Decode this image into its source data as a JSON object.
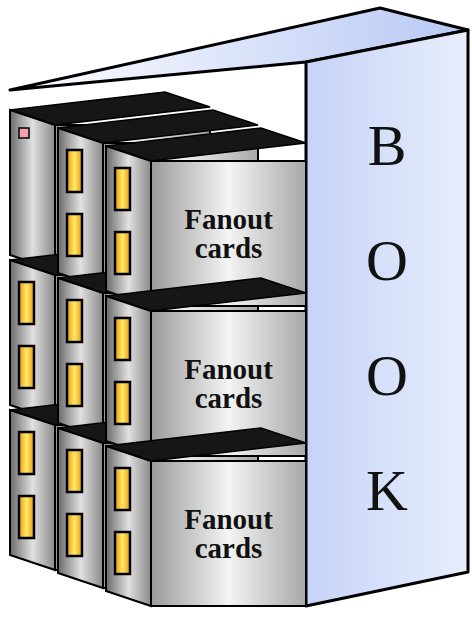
{
  "diagram": {
    "nodes": [
      {
        "text": [
          "BOOK"
        ]
      },
      {
        "text": [
          "Fanout cards"
        ],
        "in": 0
      },
      {
        "text": [
          "Fanout cards"
        ],
        "in": 0
      },
      {
        "text": [
          "Fanout cards"
        ],
        "in": 0
      }
    ]
  }
}
